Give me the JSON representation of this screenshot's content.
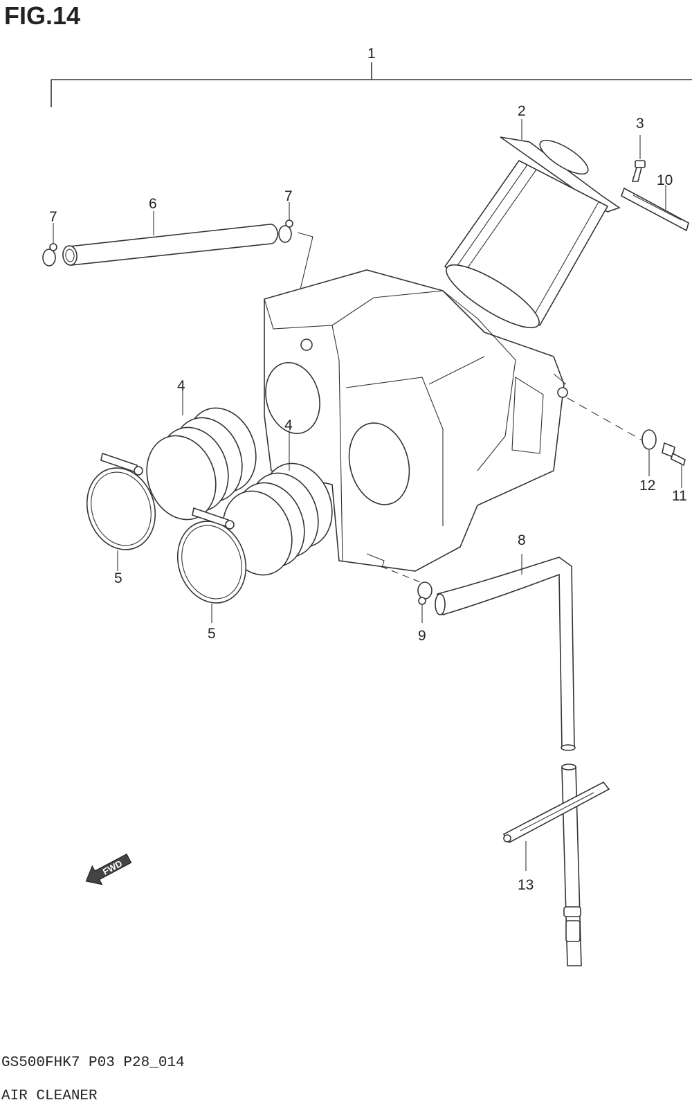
{
  "figure": {
    "title": "FIG.14",
    "model_code": "GS500FHK7  P03 P28_014",
    "caption": "AIR CLEANER"
  },
  "callouts": {
    "c1": "1",
    "c2": "2",
    "c3": "3",
    "c4a": "4",
    "c4b": "4",
    "c5a": "5",
    "c5b": "5",
    "c6": "6",
    "c7a": "7",
    "c7b": "7",
    "c8": "8",
    "c9": "9",
    "c10": "10",
    "c11": "11",
    "c12": "12",
    "c13": "13"
  },
  "direction_marker": {
    "label": "FWD",
    "icon": "forward-arrow-icon"
  }
}
